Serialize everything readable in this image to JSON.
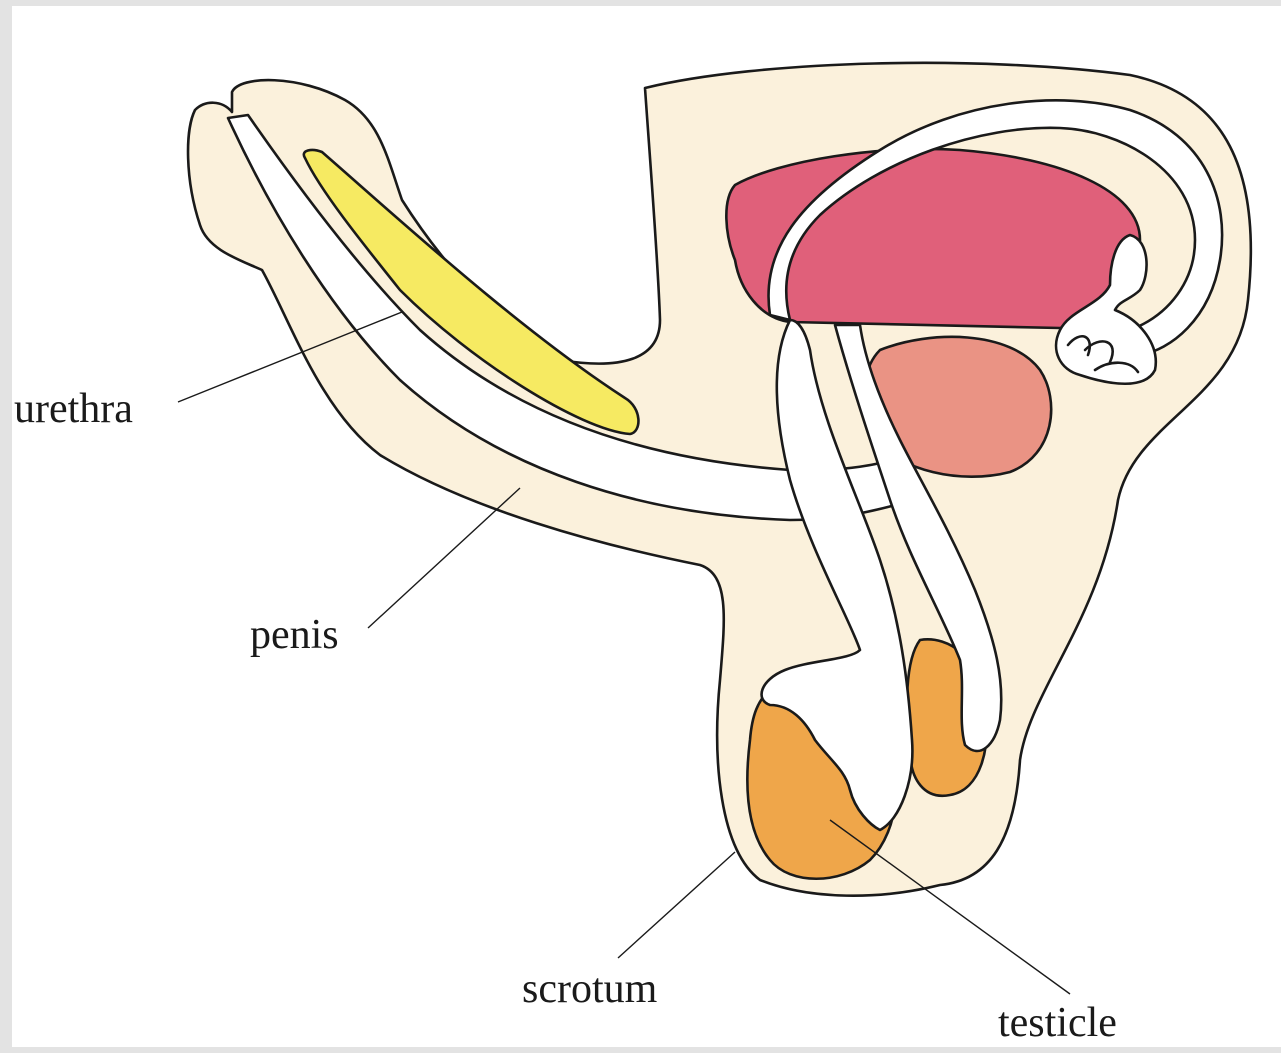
{
  "colors": {
    "skin": "#fbf1dc",
    "tube": "#ffffff",
    "corpus": "#f6ea62",
    "bladder": "#e0607a",
    "gland": "#ea9384",
    "testicle": "#efa64a",
    "outline": "#1a1a1a"
  },
  "labels": {
    "urethra": "urethra",
    "penis": "penis",
    "scrotum": "scrotum",
    "testicle": "testicle"
  }
}
